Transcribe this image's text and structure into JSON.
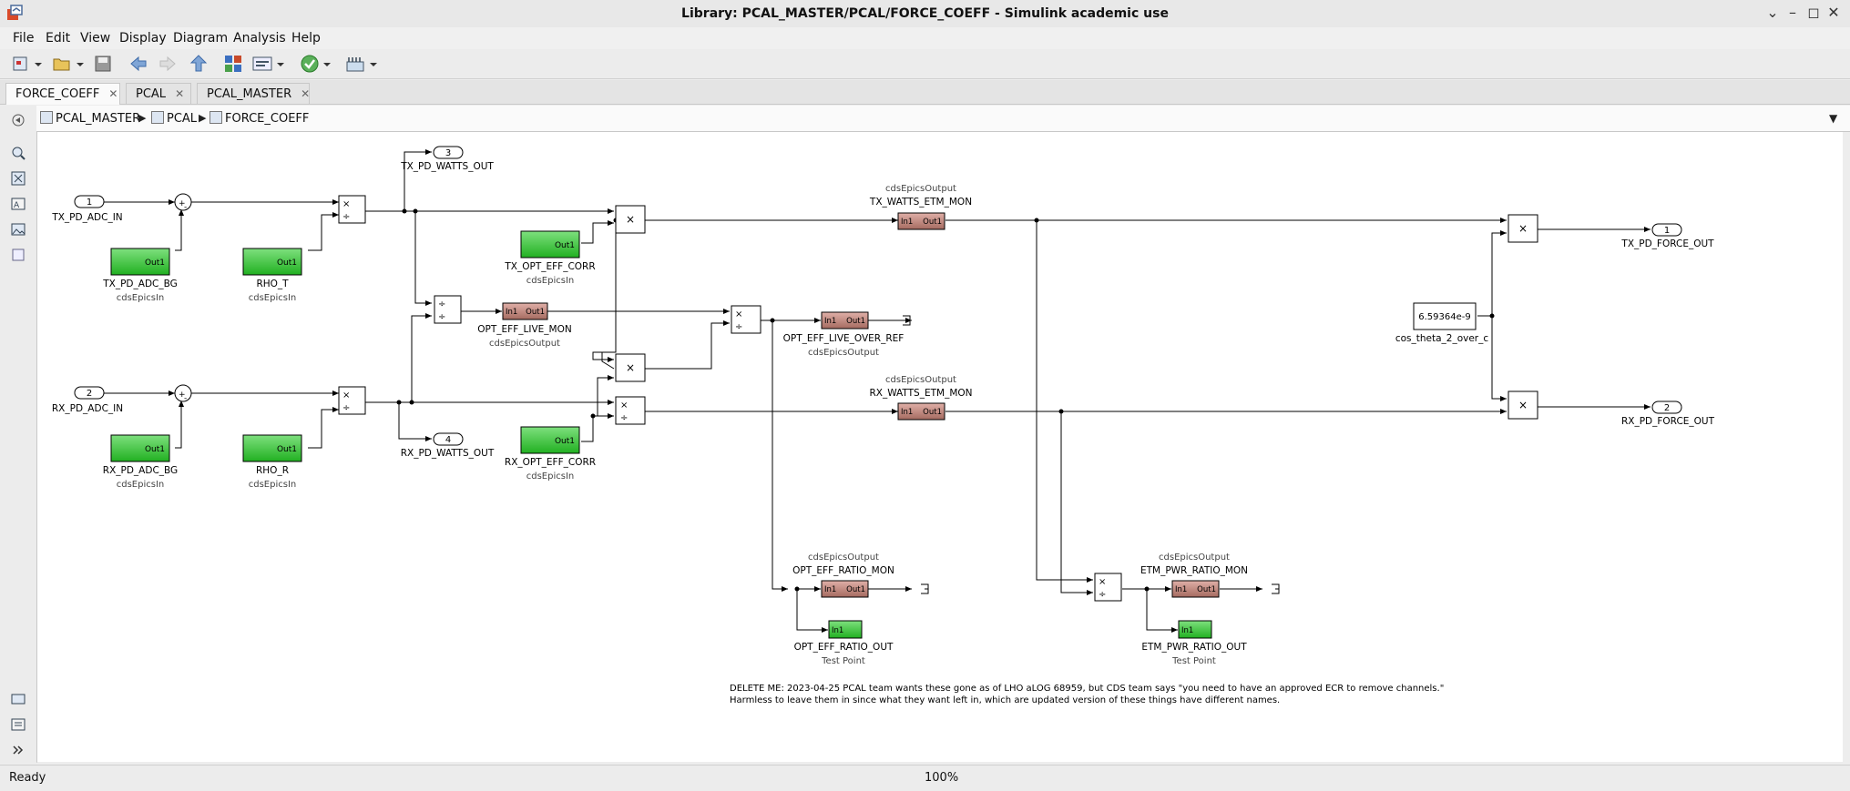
{
  "window": {
    "title": "Library: PCAL_MASTER/PCAL/FORCE_COEFF - Simulink academic use"
  },
  "menu": [
    "File",
    "Edit",
    "View",
    "Display",
    "Diagram",
    "Analysis",
    "Help"
  ],
  "tabs": [
    {
      "label": "FORCE_COEFF",
      "active": true
    },
    {
      "label": "PCAL",
      "active": false
    },
    {
      "label": "PCAL_MASTER",
      "active": false
    }
  ],
  "breadcrumb": [
    "PCAL_MASTER",
    "PCAL",
    "FORCE_COEFF"
  ],
  "status": {
    "left": "Ready",
    "zoom": "100%"
  },
  "toolbar_icons": [
    "new-model-icon",
    "open-icon",
    "save-icon",
    "back-icon",
    "forward-icon",
    "up-icon",
    "library-browser-icon",
    "model-config-icon",
    "model-advisor-check-icon",
    "build-icon"
  ],
  "diagram": {
    "inports": [
      {
        "num": "1",
        "name": "TX_PD_ADC_IN"
      },
      {
        "num": "2",
        "name": "RX_PD_ADC_IN"
      }
    ],
    "outports": [
      {
        "num": "3",
        "name": "TX_PD_WATTS_OUT"
      },
      {
        "num": "4",
        "name": "RX_PD_WATTS_OUT"
      },
      {
        "num": "1",
        "name": "TX_PD_FORCE_OUT"
      },
      {
        "num": "2",
        "name": "RX_PD_FORCE_OUT"
      }
    ],
    "epics_in": [
      {
        "port": "Out1",
        "name": "TX_PD_ADC_BG",
        "type": "cdsEpicsIn"
      },
      {
        "port": "Out1",
        "name": "RHO_T",
        "type": "cdsEpicsIn"
      },
      {
        "port": "Out1",
        "name": "TX_OPT_EFF_CORR",
        "type": "cdsEpicsIn"
      },
      {
        "port": "Out1",
        "name": "RX_PD_ADC_BG",
        "type": "cdsEpicsIn"
      },
      {
        "port": "Out1",
        "name": "RHO_R",
        "type": "cdsEpicsIn"
      },
      {
        "port": "Out1",
        "name": "RX_OPT_EFF_CORR",
        "type": "cdsEpicsIn"
      }
    ],
    "epics_out": [
      {
        "in": "In1",
        "out": "Out1",
        "name": "TX_WATTS_ETM_MON",
        "type": "cdsEpicsOutput"
      },
      {
        "in": "In1",
        "out": "Out1",
        "name": "OPT_EFF_LIVE_MON",
        "type": "cdsEpicsOutput"
      },
      {
        "in": "In1",
        "out": "Out1",
        "name": "OPT_EFF_LIVE_OVER_REF",
        "type": "cdsEpicsOutput"
      },
      {
        "in": "In1",
        "out": "Out1",
        "name": "RX_WATTS_ETM_MON",
        "type": "cdsEpicsOutput"
      },
      {
        "in": "In1",
        "out": "Out1",
        "name": "OPT_EFF_RATIO_MON",
        "type": "cdsEpicsOutput"
      },
      {
        "in": "In1",
        "out": "Out1",
        "name": "ETM_PWR_RATIO_MON",
        "type": "cdsEpicsOutput"
      }
    ],
    "test_points": [
      {
        "port": "In1",
        "name": "OPT_EFF_RATIO_OUT",
        "type": "Test Point"
      },
      {
        "port": "In1",
        "name": "ETM_PWR_RATIO_OUT",
        "type": "Test Point"
      }
    ],
    "constant": {
      "value": "6.59364e-9",
      "name": "cos_theta_2_over_c"
    },
    "sum_signs": [
      "+",
      "-"
    ],
    "product_symbols": [
      "×",
      "÷"
    ],
    "note": [
      "DELETE ME: 2023-04-25 PCAL team wants these gone as of LHO aLOG 68959, but CDS team says \"you need to have an approved ECR to remove channels.\"",
      "Harmless to leave them in since what they want left in, which are updated version of these things have different names."
    ]
  }
}
